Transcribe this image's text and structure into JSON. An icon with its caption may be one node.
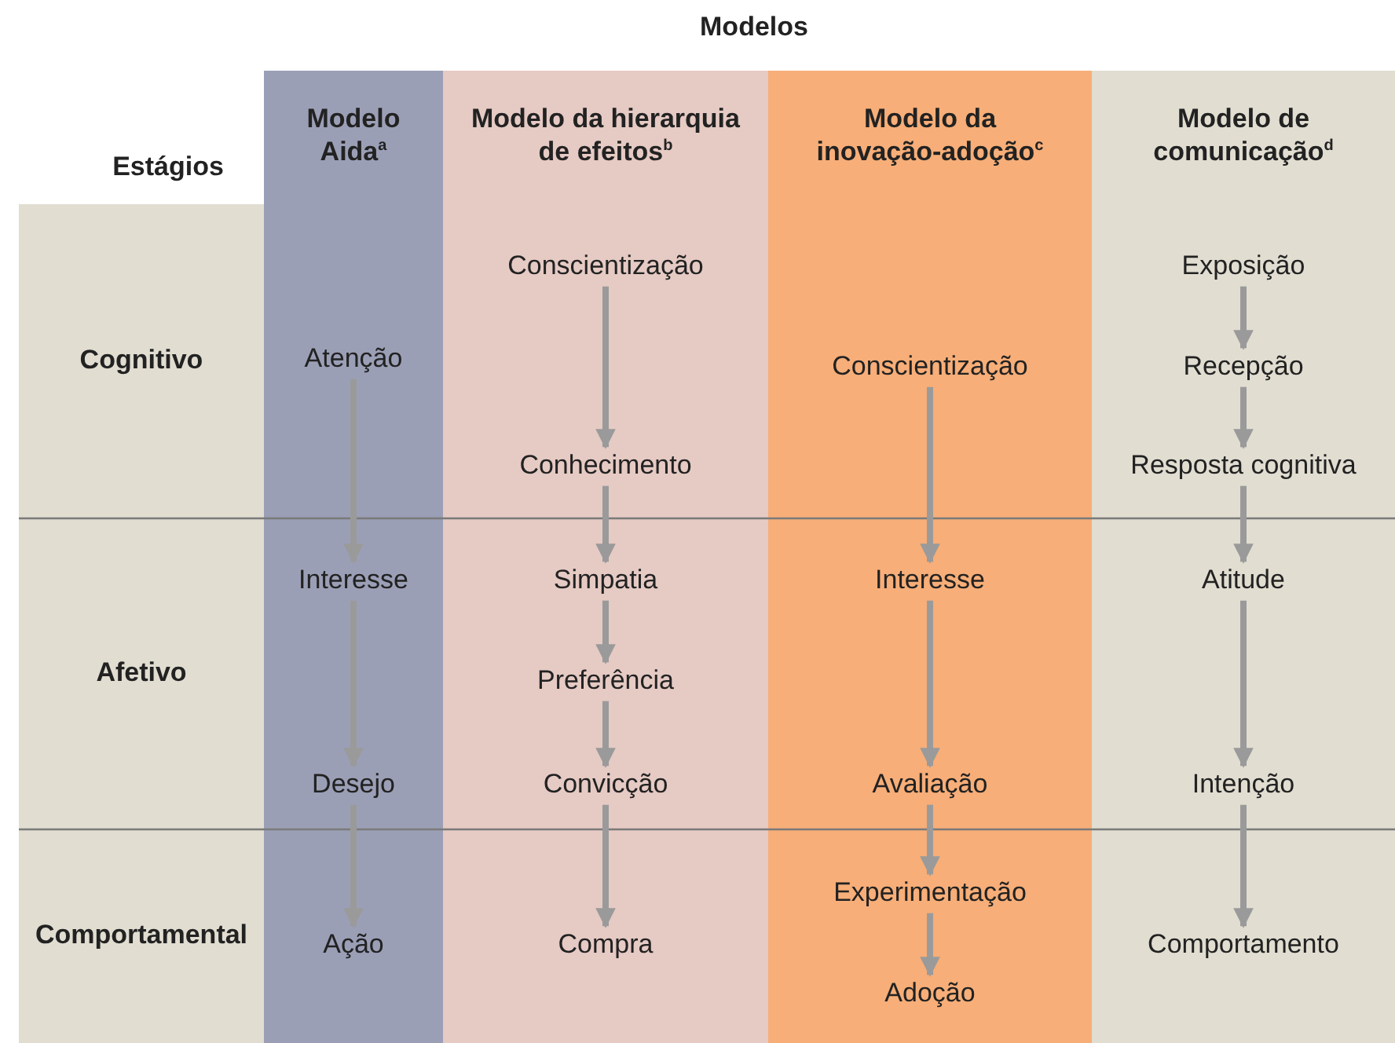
{
  "diagram": {
    "title": "Modelos",
    "nodes": [
      {
        "text": [
          "Cognitivo"
        ]
      },
      {
        "text": [
          "Afetivo"
        ]
      },
      {
        "text": [
          "Comportamental"
        ]
      },
      {
        "text": [
          "Modelo Aida$^{a}$"
        ]
      },
      {
        "text": [
          "Modelo da hierarquia de efeitos$^{b}$"
        ]
      },
      {
        "text": [
          "Modelo da inovação-adoção$^{c}$"
        ]
      },
      {
        "text": [
          "Modelo de comunicação$^{d}$"
        ]
      },
      {
        "text": [
          "Atenção"
        ],
        "in": 3
      },
      {
        "text": [
          "Interesse"
        ],
        "in": 3
      },
      {
        "text": [
          "Desejo"
        ],
        "in": 3
      },
      {
        "text": [
          "Ação"
        ],
        "in": 3
      },
      {
        "text": [
          "Conscientização"
        ],
        "in": 4
      },
      {
        "text": [
          "Conhecimento"
        ],
        "in": 4
      },
      {
        "text": [
          "Simpatia"
        ],
        "in": 4
      },
      {
        "text": [
          "Preferência"
        ],
        "in": 4
      },
      {
        "text": [
          "Convicção"
        ],
        "in": 4
      },
      {
        "text": [
          "Compra"
        ],
        "in": 4
      },
      {
        "text": [
          "Conscientização"
        ],
        "in": 5
      },
      {
        "text": [
          "Interesse"
        ],
        "in": 5
      },
      {
        "text": [
          "Avaliação"
        ],
        "in": 5
      },
      {
        "text": [
          "Experimentação"
        ],
        "in": 5
      },
      {
        "text": [
          "Adoção"
        ],
        "in": 5
      },
      {
        "text": [
          "Exposição"
        ],
        "in": 6
      },
      {
        "text": [
          "Recepção"
        ],
        "in": 6
      },
      {
        "text": [
          "Resposta cognitiva"
        ],
        "in": 6
      },
      {
        "text": [
          "Atitude"
        ],
        "in": 6
      },
      {
        "text": [
          "Intenção"
        ],
        "in": 6
      },
      {
        "text": [
          "Comportamento"
        ],
        "in": 6
      }
    ],
    "edges": [
      {
        "from": 7,
        "to": 8,
        "arrow": "to"
      },
      {
        "from": 8,
        "to": 9,
        "arrow": "to"
      },
      {
        "from": 9,
        "to": 10,
        "arrow": "to"
      },
      {
        "from": 11,
        "to": 12,
        "arrow": "to"
      },
      {
        "from": 12,
        "to": 13,
        "arrow": "to"
      },
      {
        "from": 13,
        "to": 14,
        "arrow": "to"
      },
      {
        "from": 14,
        "to": 15,
        "arrow": "to"
      },
      {
        "from": 15,
        "to": 16,
        "arrow": "to"
      },
      {
        "from": 17,
        "to": 18,
        "arrow": "to"
      },
      {
        "from": 18,
        "to": 19,
        "arrow": "to"
      },
      {
        "from": 19,
        "to": 20,
        "arrow": "to"
      },
      {
        "from": 20,
        "to": 21,
        "arrow": "to"
      },
      {
        "from": 22,
        "to": 23,
        "arrow": "to"
      },
      {
        "from": 23,
        "to": 24,
        "arrow": "to"
      },
      {
        "from": 24,
        "to": 25,
        "arrow": "to"
      },
      {
        "from": 25,
        "to": 26,
        "arrow": "to"
      },
      {
        "from": 26,
        "to": 27,
        "arrow": "to"
      }
    ],
    "labels": [
      "Estágios"
    ]
  }
}
